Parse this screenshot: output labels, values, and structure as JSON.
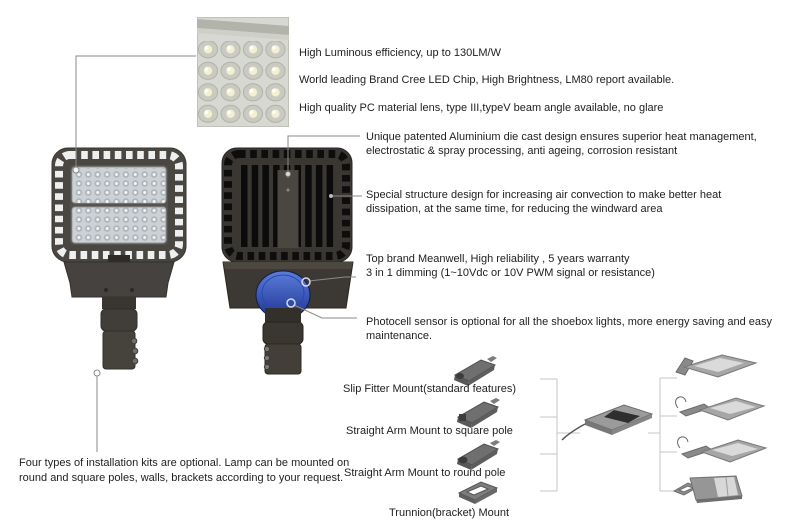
{
  "colors": {
    "text": "#1e1e1e",
    "leader_line": "#8a8a8a",
    "bracket_line": "#c6c6c6",
    "photocell_blue": "#3355bb",
    "housing_dark": "#474440",
    "heatsink_black": "#0d0d0d",
    "led_panel_gray": "#ccd1d5"
  },
  "features": {
    "luminous": "High Luminous efficiency, up to 130LM/W",
    "led_chip": "World leading Brand Cree LED Chip, High Brightness, LM80 report available.",
    "lens": "High quality PC material lens, type III,typeV beam angle available, no glare",
    "housing": "Unique patented Aluminium die cast design ensures superior heat management, electrostatic & spray processing, anti ageing, corrosion resistant",
    "airflow": "Special structure design for increasing air convection to make better heat dissipation, at the same time, for reducing the windward area",
    "driver_line1": "Top brand Meanwell, High reliability , 5 years warranty",
    "driver_line2": "3 in 1 dimming (1~10Vdc or 10V PWM signal or resistance)",
    "photocell": "Photocell sensor is optional for all the shoebox lights, more energy saving and easy maintenance.",
    "installation": "Four types of installation kits are optional. Lamp can be mounted on round and square poles, walls, brackets according to your request."
  },
  "mounts": [
    {
      "label": "Slip Fitter Mount(standard features)",
      "icon": "slip-fitter-adapter-icon"
    },
    {
      "label": "Straight Arm Mount to square pole",
      "icon": "straight-arm-square-adapter-icon"
    },
    {
      "label": "Straight Arm Mount to round pole",
      "icon": "straight-arm-round-adapter-icon"
    },
    {
      "label": "Trunnion(bracket) Mount",
      "icon": "trunnion-bracket-icon"
    }
  ],
  "figures": {
    "closeup": "led-chip-lens-closeup-photo",
    "front": "led-shoebox-light-front-view",
    "back": "led-shoebox-light-back-view-with-photocell",
    "diagram_center": "shoebox-light-with-cable",
    "diagram_right": [
      "light-with-slip-fitter",
      "light-with-straight-arm-square-pole",
      "light-with-straight-arm-round-pole",
      "light-with-trunnion-mount"
    ]
  }
}
